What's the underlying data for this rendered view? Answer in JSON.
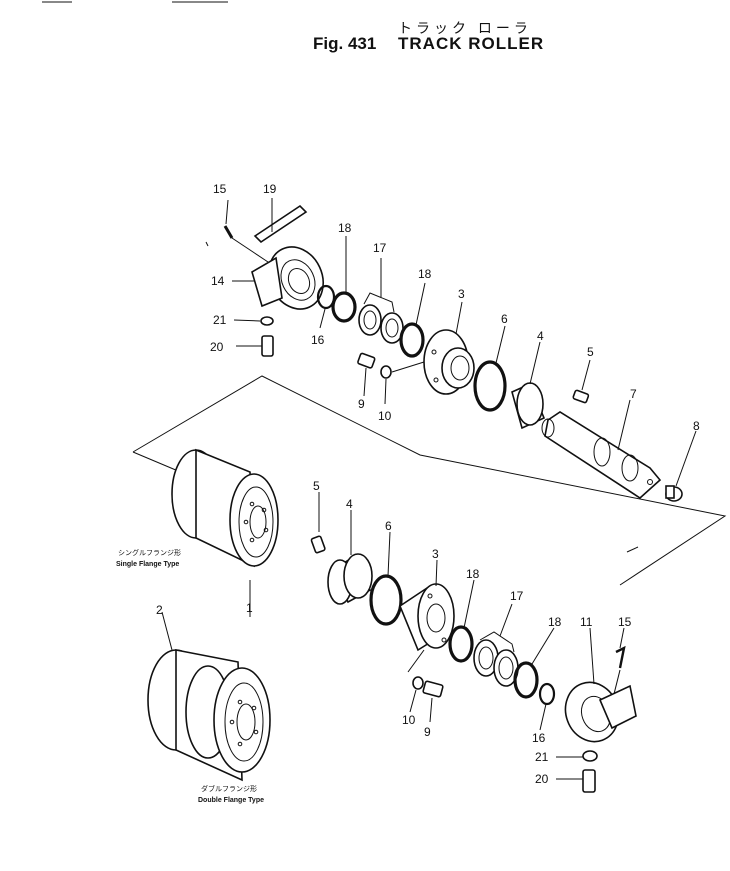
{
  "figure": {
    "title_japanese": "トラック ローラ",
    "fig_label": "Fig. 431",
    "title": "TRACK ROLLER"
  },
  "callouts": [
    "15",
    "19",
    "18",
    "17",
    "18",
    "3",
    "6",
    "4",
    "5",
    "14",
    "21",
    "16",
    "20",
    "9",
    "10",
    "7",
    "8",
    "5",
    "4",
    "6",
    "3",
    "18",
    "17",
    "18",
    "11",
    "15",
    "1",
    "2",
    "10",
    "9",
    "16",
    "21",
    "20"
  ],
  "captions": {
    "single_flange_jp": "シングルフランジ形",
    "single_flange_en": "Single Flange Type",
    "double_flange_jp": "ダブルフランジ形",
    "double_flange_en": "Double Flange Type"
  }
}
